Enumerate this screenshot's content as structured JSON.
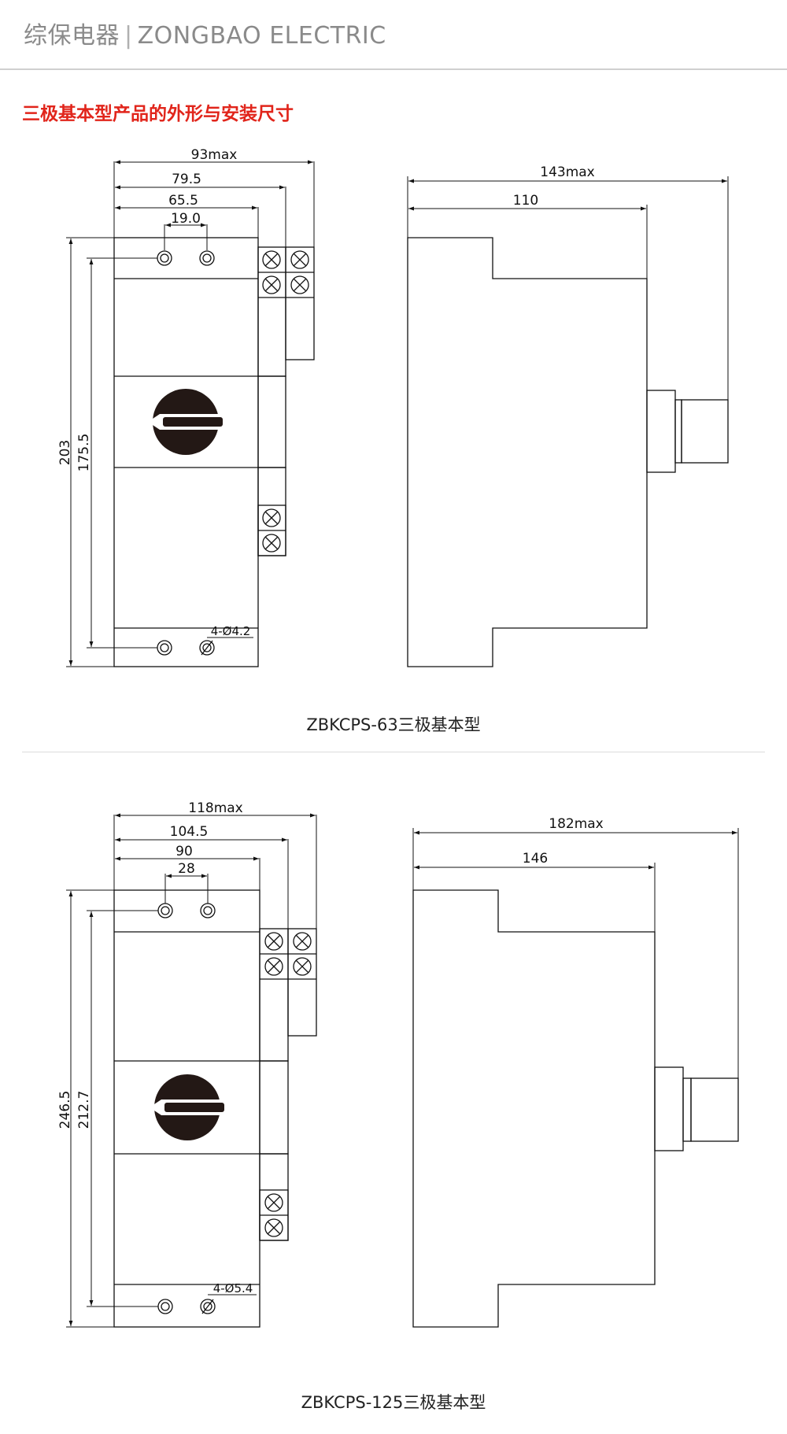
{
  "header": {
    "brand_cn": "综保电器",
    "brand_en": "ZONGBAO ELECTRIC"
  },
  "section_title": "三极基本型产品的外形与安装尺寸",
  "diagram1": {
    "caption": "ZBKCPS-63三极基本型",
    "dims": {
      "w_max": "93max",
      "w_mid": "79.5",
      "w_body": "65.5",
      "w_hole": "19.0",
      "h_total": "203",
      "h_hole": "175.5",
      "hole_note": "4-Ø4.2",
      "d_max": "143max",
      "d_body": "110"
    }
  },
  "diagram2": {
    "caption": "ZBKCPS-125三极基本型",
    "dims": {
      "w_max": "118max",
      "w_mid": "104.5",
      "w_body": "90",
      "w_hole": "28",
      "h_total": "246.5",
      "h_hole": "212.7",
      "hole_note": "4-Ø5.4",
      "d_max": "182max",
      "d_body": "146"
    }
  },
  "colors": {
    "accent": "#e1251b",
    "line": "#111111",
    "brand": "#8a8a8a"
  }
}
